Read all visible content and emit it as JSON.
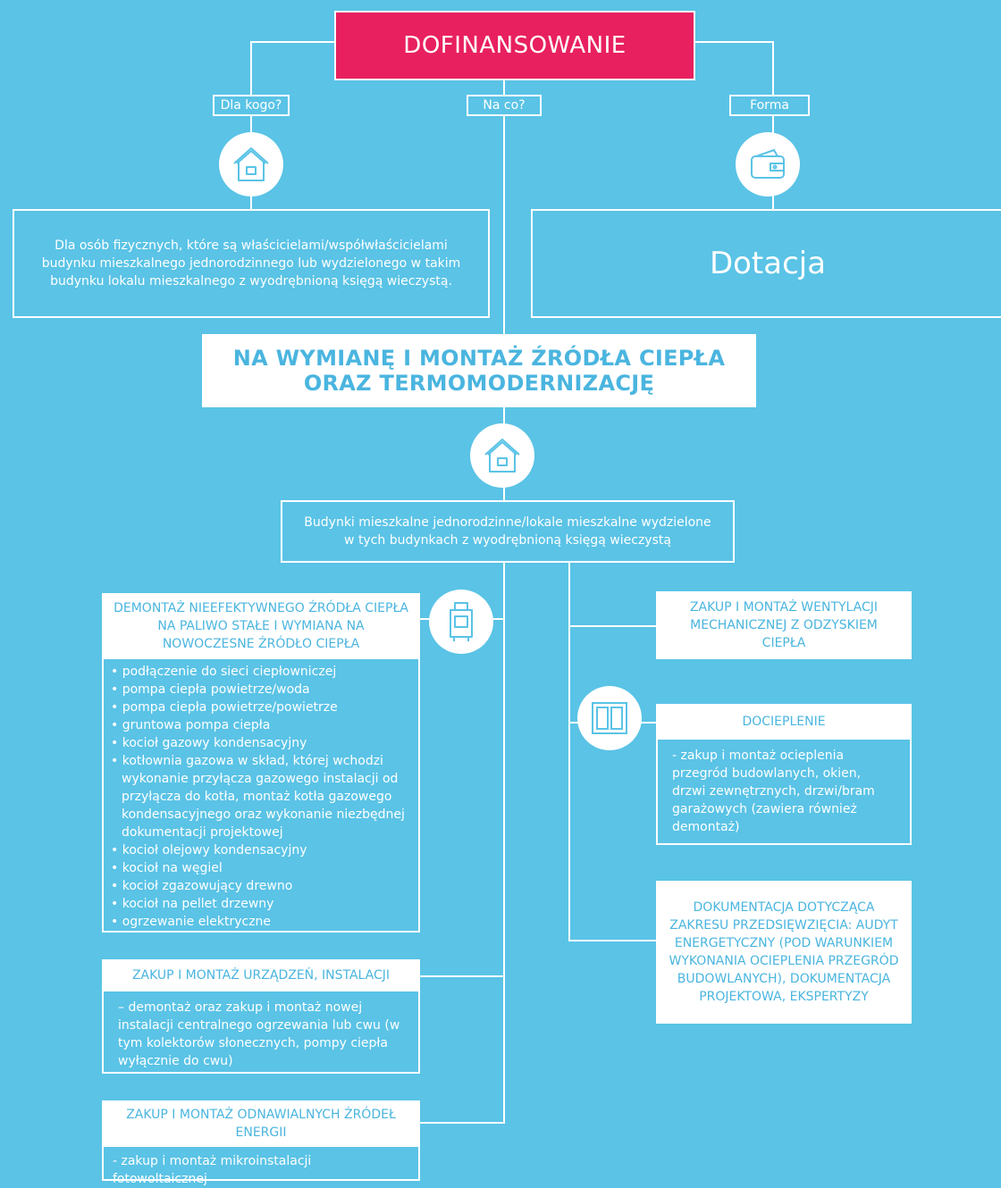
{
  "header": {
    "title": "DOFINANSOWANIE",
    "tag_who": "Dla kogo?",
    "tag_what": "Na co?",
    "tag_form": "Forma"
  },
  "who": {
    "text": "Dla osób fizycznych, które są właścicielami/współwłaścicielami budynku mieszkalnego jednorodzinnego lub wydzielonego w takim budynku lokalu mieszkalnego z wyodrębnioną księgą wieczystą."
  },
  "form": {
    "text": "Dotacja"
  },
  "main": {
    "heading_line1": "NA WYMIANĘ I MONTAŻ ŹRÓDŁA CIEPŁA",
    "heading_line2": "ORAZ TERMOMODERNIZACJĘ"
  },
  "buildings": {
    "text": "Budynki mieszkalne jednorodzinne/lokale mieszkalne wydzielone w tych budynkach z wyodrębnioną księgą wieczystą"
  },
  "heat_source": {
    "title": "DEMONTAŻ NIEEFEKTYWNEGO ŹRÓDŁA CIEPŁA NA PALIWO STAŁE I WYMIANA NA NOWOCZESNE ŹRÓDŁO CIEPŁA",
    "items": [
      "podłączenie do sieci ciepłowniczej",
      "pompa ciepła powietrze/woda",
      "pompa ciepła powietrze/powietrze",
      "gruntowa pompa ciepła",
      "kocioł gazowy kondensacyjny",
      "kotłownia gazowa w skład, której wchodzi wykonanie przyłącza gazowego instalacji od przyłącza do kotła, montaż kotła gazowego kondensacyjnego oraz wykonanie niezbędnej dokumentacji projektowej",
      "kocioł olejowy kondensacyjny",
      "kocioł na węgiel",
      "kocioł zgazowujący drewno",
      "kocioł na pellet drzewny",
      "ogrzewanie elektryczne"
    ]
  },
  "installations": {
    "title": "ZAKUP I MONTAŻ URZĄDZEŃ, INSTALACJI",
    "text": "– demontaż oraz zakup i montaż nowej instalacji centralnego ogrzewania lub cwu (w tym kolektorów słonecznych, pompy ciepła wyłącznie do cwu)"
  },
  "renewable": {
    "title": "ZAKUP I MONTAŻ ODNAWIALNYCH ŹRÓDEŁ ENERGII",
    "text": "- zakup i montaż mikroinstalacji fotowoltaicznej"
  },
  "ventilation": {
    "title": "ZAKUP I MONTAŻ WENTYLACJI MECHANICZNEJ Z ODZYSKIEM CIEPŁA"
  },
  "insulation": {
    "title": "DOCIEPLENIE",
    "text": "- zakup i montaż ocieplenia przegród budowlanych, okien, drzwi zewnętrznych, drzwi/bram garażowych (zawiera również demontaż)"
  },
  "documentation": {
    "title": "DOKUMENTACJA DOTYCZĄCA ZAKRESU PRZEDSIĘWZIĘCIA: AUDYT ENERGETYCZNY (POD WARUNKIEM WYKONANIA OCIEPLENIA PRZEGRÓD BUDOWLANYCH), DOKUMENTACJA PROJEKTOWA, EKSPERTYZY"
  },
  "colors": {
    "background": "#5ac3e6",
    "accent": "#e8205f",
    "text_on_white": "#4ab5df"
  },
  "icons": [
    "house-icon",
    "wallet-icon",
    "boiler-icon",
    "window-icon"
  ]
}
